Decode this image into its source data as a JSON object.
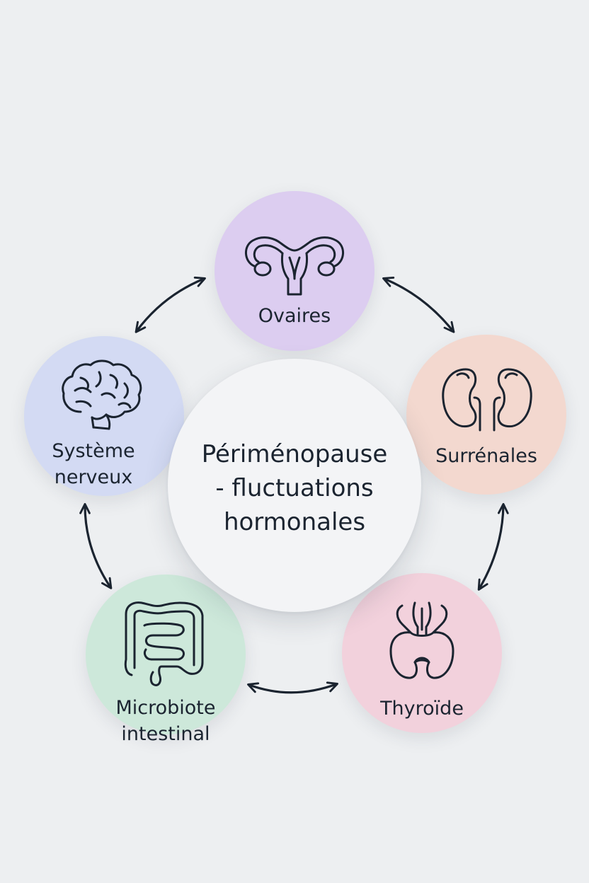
{
  "center": {
    "line1": "Périménopause",
    "line2": "- fluctuations",
    "line3": "hormonales"
  },
  "nodes": {
    "ovaires": {
      "label": "Ovaires",
      "icon": "uterus-icon",
      "color": "#dccdf0"
    },
    "surrenales": {
      "label": "Surrénales",
      "icon": "kidneys-icon",
      "color": "#f3d8cf"
    },
    "thyroide": {
      "label": "Thyroïde",
      "icon": "thyroid-icon",
      "color": "#f2d1dc"
    },
    "microbiote": {
      "label_line1": "Microbiote",
      "label_line2": "intestinal",
      "icon": "intestine-icon",
      "color": "#cde8da"
    },
    "systeme": {
      "label_line1": "Système",
      "label_line2": "nerveux",
      "icon": "brain-icon",
      "color": "#d3daf3"
    }
  },
  "colors": {
    "background": "#edeff1",
    "center": "#f3f4f6",
    "ink": "#1b2430"
  }
}
